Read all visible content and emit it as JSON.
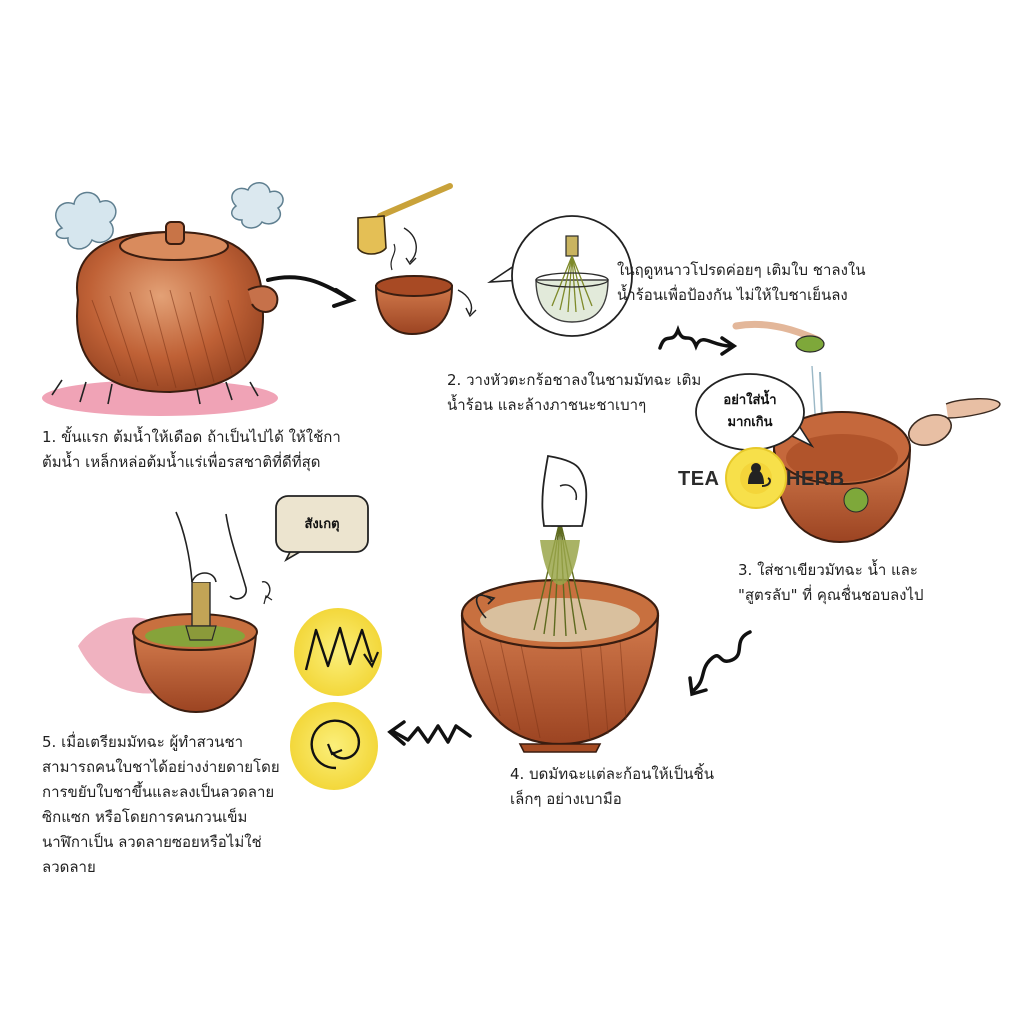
{
  "steps": [
    {
      "caption": "1. ขั้นแรก ต้มน้ำให้เดือด ถ้าเป็นไปได้ ให้ใช้กา\nต้มน้ำ เหล็กหล่อต้มน้ำแร่เพื่อรสชาติที่ดีที่สุด"
    },
    {
      "caption": "2. วางหัวตะกร้อชาลงในชามมัทฉะ เติม\nน้ำร้อน และล้างภาชนะชาเบาๆ"
    },
    {
      "caption": "3. ใส่ชาเขียวมัทฉะ น้ำ และ\n\"สูตรลับ\" ที่ คุณชื่นชอบลงไป"
    },
    {
      "caption": "4. บดมัทฉะแต่ละก้อนให้เป็นชิ้น\nเล็กๆ อย่างเบามือ"
    },
    {
      "caption": "5. เมื่อเตรียมมัทฉะ ผู้ทำสวนชา\nสามารถคนใบชาได้อย่างง่ายดายโดย\nการขยับใบชาขึ้นและลงเป็นลวดลาย\nซิกแซก หรือโดยการคนกวนเข็ม\nนาฬิกาเป็น ลวดลายซอยหรือไม่ใช่\nลวดลาย"
    }
  ],
  "note_winter": "ในฤดูหนาวโปรดค่อยๆ เติมใบ ชาลงใน\nน้ำร้อนเพื่อป้องกัน ไม่ให้ใบชาเย็นลง",
  "bubbles": {
    "water": "อย่าใส่น้ำ\nมากเกิน",
    "observe": "สังเกตุ"
  },
  "brand": {
    "left": "TEA",
    "right": "HERB",
    "badge_text": "TEA HERB"
  },
  "colors": {
    "wood": "#b8572f",
    "wood_light": "#d88a5a",
    "wood_dark": "#8a3b1c",
    "bamboo": "#9aa64a",
    "bamboo_light": "#cdd28a",
    "matcha": "#7ea83a",
    "yellow": "#f7e04a",
    "pink": "#e4587a",
    "blue_ink": "#8fb6c9",
    "ink": "#1e1e1e"
  }
}
